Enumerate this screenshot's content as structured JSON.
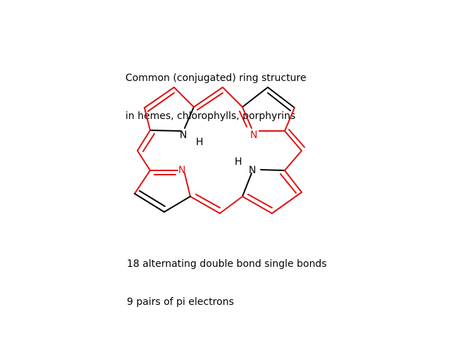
{
  "caption_top": [
    "Common (conjugated) ring structure",
    "in hemes, chlorophylls, porphyrins"
  ],
  "caption_bottom": [
    "18 alternating double bond single bonds",
    "9 pairs of pi electrons"
  ],
  "atoms": {
    "n_upper_left": "N",
    "h_upper_left": "H",
    "n_upper_right": "N",
    "n_lower_left": "N",
    "n_lower_right": "N",
    "h_lower_right": "H"
  },
  "colors": {
    "conjugated": "#e01010",
    "other_bonds": "#000000",
    "nitrogen_in_ring": "#e01010",
    "nitrogen_nh": "#000000",
    "text": "#000000"
  }
}
